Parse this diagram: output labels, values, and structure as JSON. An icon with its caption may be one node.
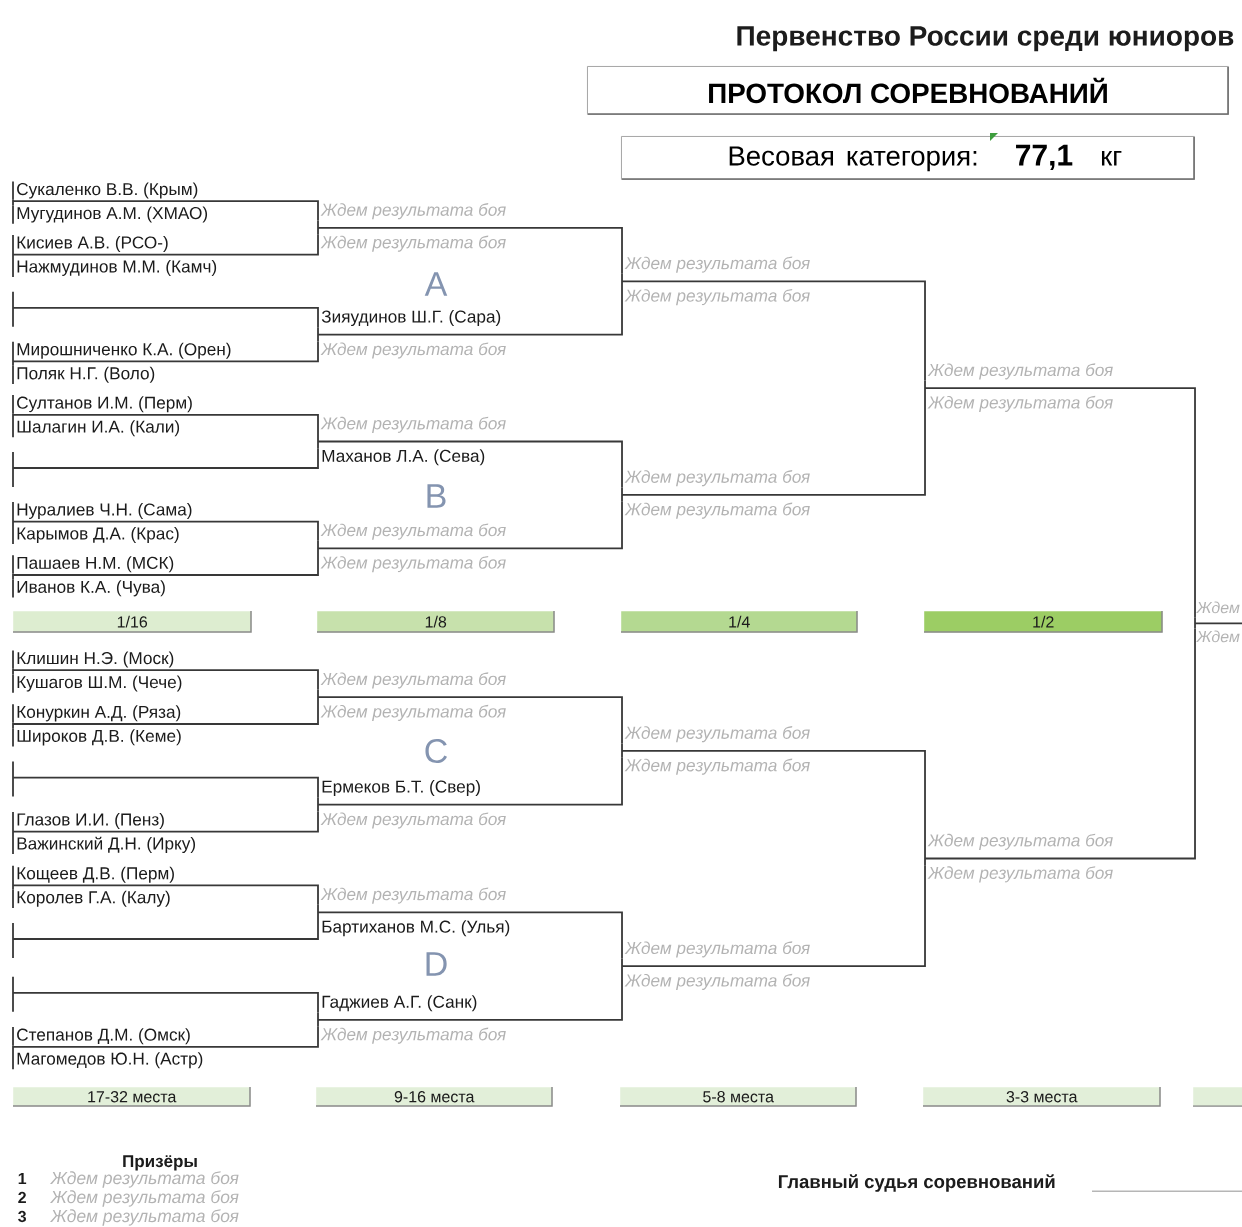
{
  "diagram": {
    "title": "Первенство России среди юниоров",
    "nodes": [
      {
        "text": [
          "ПРОТОКОЛ СОРЕВНОВАНИЙ"
        ]
      },
      {
        "text": [
          "Весовая категория:",
          "77,1",
          "кг"
        ]
      },
      {
        "text": [
          "Сукаленко В.В. (Крым)"
        ]
      },
      {
        "text": [
          "Мугудинов А.М. (ХМАО)"
        ]
      },
      {
        "text": [
          "Кисиев А.В. (РСО-)"
        ]
      },
      {
        "text": [
          "Нажмудинов М.М. (Камч)"
        ]
      },
      {
        "text": [
          "Мирошниченко К.А. (Орен)"
        ]
      },
      {
        "text": [
          "Поляк Н.Г. (Воло)"
        ]
      },
      {
        "text": [
          "Султанов И.М. (Перм)"
        ]
      },
      {
        "text": [
          "Шалагин И.А. (Кали)"
        ]
      },
      {
        "text": [
          "Нуралиев Ч.Н. (Сама)"
        ]
      },
      {
        "text": [
          "Карымов Д.А. (Крас)"
        ]
      },
      {
        "text": [
          "Пашаев Н.М. (МСК)"
        ]
      },
      {
        "text": [
          "Иванов К.А. (Чува)"
        ]
      },
      {
        "text": [
          "Клишин Н.Э. (Моск)"
        ]
      },
      {
        "text": [
          "Кушагов Ш.М. (Чече)"
        ]
      },
      {
        "text": [
          "Конуркин А.Д. (Ряза)"
        ]
      },
      {
        "text": [
          "Широков Д.В. (Кеме)"
        ]
      },
      {
        "text": [
          "Глазов И.И. (Пенз)"
        ]
      },
      {
        "text": [
          "Важинский Д.Н. (Ирку)"
        ]
      },
      {
        "text": [
          "Кощеев Д.В. (Перм)"
        ]
      },
      {
        "text": [
          "Королев Г.А. (Калу)"
        ]
      },
      {
        "text": [
          "Степанов Д.М. (Омск)"
        ]
      },
      {
        "text": [
          "Магомедов Ю.Н. (Астр)"
        ]
      },
      {
        "text": [
          "Ждем результата боя"
        ]
      },
      {
        "text": [
          "Ждем результата боя"
        ]
      },
      {
        "text": [
          "Зияудинов Ш.Г. (Сара)"
        ]
      },
      {
        "text": [
          "Ждем результата боя"
        ]
      },
      {
        "text": [
          "Ждем результата боя"
        ]
      },
      {
        "text": [
          "Маханов Л.А. (Сева)"
        ]
      },
      {
        "text": [
          "Ждем результата боя"
        ]
      },
      {
        "text": [
          "Ждем результата боя"
        ]
      },
      {
        "text": [
          "Ждем результата боя"
        ]
      },
      {
        "text": [
          "Ждем результата боя"
        ]
      },
      {
        "text": [
          "Ермеков Б.Т. (Свер)"
        ]
      },
      {
        "text": [
          "Ждем результата боя"
        ]
      },
      {
        "text": [
          "Ждем результата боя"
        ]
      },
      {
        "text": [
          "Бартиханов М.С. (Улья)"
        ]
      },
      {
        "text": [
          "Гаджиев А.Г. (Санк)"
        ]
      },
      {
        "text": [
          "Ждем результата боя"
        ]
      },
      {
        "text": [
          "Ждем результата боя"
        ]
      },
      {
        "text": [
          "Ждем результата боя"
        ]
      },
      {
        "text": [
          "Ждем результата боя"
        ]
      },
      {
        "text": [
          "Ждем результата боя"
        ]
      },
      {
        "text": [
          "Ждем результата боя"
        ]
      },
      {
        "text": [
          "Ждем результата боя"
        ]
      },
      {
        "text": [
          "Ждем результата боя"
        ]
      },
      {
        "text": [
          "Ждем результата боя"
        ]
      },
      {
        "text": [
          "Ждем результата боя"
        ]
      },
      {
        "text": [
          "Ждем результата боя"
        ]
      },
      {
        "text": [
          "Ждем результата боя"
        ]
      },
      {
        "text": [
          "Ждем результата боя"
        ]
      },
      {
        "text": [
          "Ждем"
        ]
      },
      {
        "text": [
          "Ждем"
        ]
      },
      {
        "text": [
          "1/16"
        ]
      },
      {
        "text": [
          "1/8"
        ]
      },
      {
        "text": [
          "1/4"
        ]
      },
      {
        "text": [
          "1/2"
        ]
      },
      {
        "text": [
          "17-32 места"
        ]
      },
      {
        "text": [
          "9-16 места"
        ]
      },
      {
        "text": [
          "5-8 места"
        ]
      },
      {
        "text": [
          "3-3 места"
        ]
      },
      {
        "text": [],
        "shape": "bar"
      }
    ],
    "edges": [
      {
        "from": 2,
        "to": 24,
        "arrow": "none"
      },
      {
        "from": 3,
        "to": 24,
        "arrow": "none"
      },
      {
        "from": 4,
        "to": 25,
        "arrow": "none"
      },
      {
        "from": 5,
        "to": 25,
        "arrow": "none"
      },
      {
        "from": null,
        "to": 26,
        "arrow": "none"
      },
      {
        "from": 6,
        "to": 27,
        "arrow": "none"
      },
      {
        "from": 7,
        "to": 27,
        "arrow": "none"
      },
      {
        "from": 8,
        "to": 28,
        "arrow": "none"
      },
      {
        "from": 9,
        "to": 28,
        "arrow": "none"
      },
      {
        "from": null,
        "to": 29,
        "arrow": "none"
      },
      {
        "from": 10,
        "to": 30,
        "arrow": "none"
      },
      {
        "from": 11,
        "to": 30,
        "arrow": "none"
      },
      {
        "from": 12,
        "to": 31,
        "arrow": "none"
      },
      {
        "from": 13,
        "to": 31,
        "arrow": "none"
      },
      {
        "from": 14,
        "to": 32,
        "arrow": "none"
      },
      {
        "from": 15,
        "to": 32,
        "arrow": "none"
      },
      {
        "from": 16,
        "to": 33,
        "arrow": "none"
      },
      {
        "from": 17,
        "to": 33,
        "arrow": "none"
      },
      {
        "from": null,
        "to": 34,
        "arrow": "none"
      },
      {
        "from": 18,
        "to": 35,
        "arrow": "none"
      },
      {
        "from": 19,
        "to": 35,
        "arrow": "none"
      },
      {
        "from": 20,
        "to": 36,
        "arrow": "none"
      },
      {
        "from": 21,
        "to": 36,
        "arrow": "none"
      },
      {
        "from": null,
        "to": 37,
        "arrow": "none"
      },
      {
        "from": null,
        "to": 38,
        "arrow": "none"
      },
      {
        "from": 22,
        "to": 39,
        "arrow": "none"
      },
      {
        "from": 23,
        "to": 39,
        "arrow": "none"
      },
      {
        "from": 24,
        "to": 40,
        "arrow": "none"
      },
      {
        "from": 25,
        "to": 40,
        "arrow": "none"
      },
      {
        "from": 26,
        "to": 41,
        "arrow": "none"
      },
      {
        "from": 27,
        "to": 41,
        "arrow": "none"
      },
      {
        "from": 28,
        "to": 42,
        "arrow": "none"
      },
      {
        "from": 29,
        "to": 42,
        "arrow": "none"
      },
      {
        "from": 30,
        "to": 43,
        "arrow": "none"
      },
      {
        "from": 31,
        "to": 43,
        "arrow": "none"
      },
      {
        "from": 32,
        "to": 44,
        "arrow": "none"
      },
      {
        "from": 33,
        "to": 44,
        "arrow": "none"
      },
      {
        "from": 34,
        "to": 45,
        "arrow": "none"
      },
      {
        "from": 35,
        "to": 45,
        "arrow": "none"
      },
      {
        "from": 36,
        "to": 46,
        "arrow": "none"
      },
      {
        "from": 37,
        "to": 46,
        "arrow": "none"
      },
      {
        "from": 38,
        "to": 47,
        "arrow": "none"
      },
      {
        "from": 39,
        "to": 47,
        "arrow": "none"
      },
      {
        "from": 40,
        "to": 48,
        "arrow": "none"
      },
      {
        "from": 41,
        "to": 48,
        "arrow": "none"
      },
      {
        "from": 42,
        "to": 49,
        "arrow": "none"
      },
      {
        "from": 43,
        "to": 49,
        "arrow": "none"
      },
      {
        "from": 44,
        "to": 50,
        "arrow": "none"
      },
      {
        "from": 45,
        "to": 50,
        "arrow": "none"
      },
      {
        "from": 46,
        "to": 51,
        "arrow": "none"
      },
      {
        "from": 47,
        "to": 51,
        "arrow": "none"
      },
      {
        "from": 48,
        "to": 52,
        "arrow": "none"
      },
      {
        "from": 49,
        "to": 52,
        "arrow": "none"
      },
      {
        "from": 50,
        "to": 53,
        "arrow": "none"
      },
      {
        "from": 51,
        "to": 53,
        "arrow": "none"
      },
      {
        "from": 52,
        "to": 53,
        "arrow": "none"
      }
    ],
    "labels": [
      "A",
      "B",
      "C",
      "D",
      "Призёры",
      "1",
      "Ждем результата боя",
      "2",
      "Ждем результата боя",
      "3",
      "Ждем результата боя",
      "Главный судья соревнований"
    ]
  }
}
